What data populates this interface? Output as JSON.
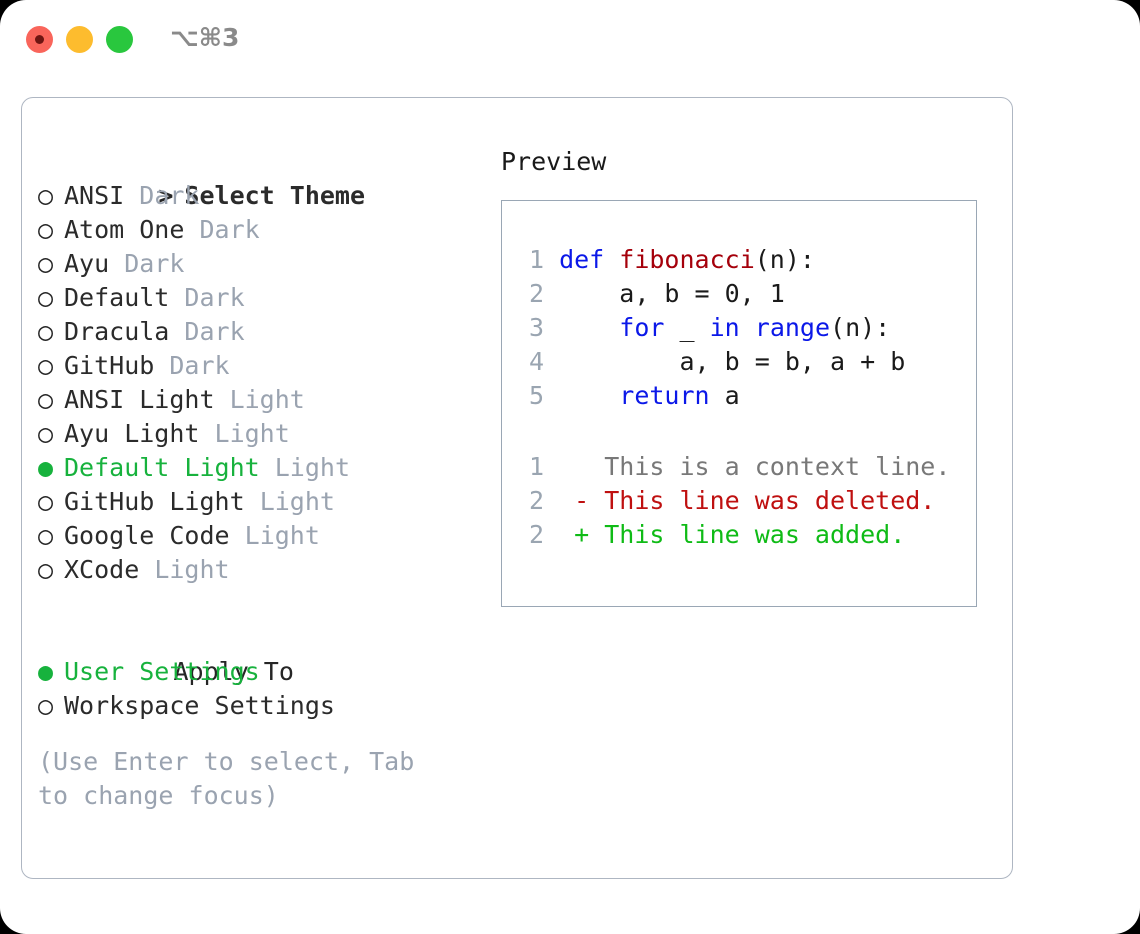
{
  "window": {
    "title": "⌥⌘3",
    "traffic_lights": [
      "close",
      "minimize",
      "maximize"
    ],
    "colors": {
      "close": "#F9655B",
      "minimize": "#FDBC2E",
      "maximize": "#29C73E",
      "accent_green": "#17B23D",
      "muted": "#9AA3B0",
      "border": "#AEB6C2"
    }
  },
  "theme_list": {
    "heading_marker": ">",
    "heading": "Select Theme",
    "marker_selected": "●",
    "marker_unselected": "○",
    "items": [
      {
        "marker": "○",
        "label": "ANSI",
        "variant": "Dark",
        "selected": false
      },
      {
        "marker": "○",
        "label": "Atom One",
        "variant": "Dark",
        "selected": false
      },
      {
        "marker": "○",
        "label": "Ayu",
        "variant": "Dark",
        "selected": false
      },
      {
        "marker": "○",
        "label": "Default",
        "variant": "Dark",
        "selected": false
      },
      {
        "marker": "○",
        "label": "Dracula",
        "variant": "Dark",
        "selected": false
      },
      {
        "marker": "○",
        "label": "GitHub",
        "variant": "Dark",
        "selected": false
      },
      {
        "marker": "○",
        "label": "ANSI Light",
        "variant": "Light",
        "selected": false
      },
      {
        "marker": "○",
        "label": "Ayu Light",
        "variant": "Light",
        "selected": false
      },
      {
        "marker": "●",
        "label": "Default Light",
        "variant": "Light",
        "selected": true
      },
      {
        "marker": "○",
        "label": "GitHub Light",
        "variant": "Light",
        "selected": false
      },
      {
        "marker": "○",
        "label": "Google Code",
        "variant": "Light",
        "selected": false
      },
      {
        "marker": "○",
        "label": "XCode",
        "variant": "Light",
        "selected": false
      }
    ]
  },
  "apply_to": {
    "title": "Apply To",
    "items": [
      {
        "marker": "●",
        "label": "User Settings",
        "selected": true
      },
      {
        "marker": "○",
        "label": "Workspace Settings",
        "selected": false
      }
    ]
  },
  "hint": "(Use Enter to select, Tab to change focus)",
  "preview": {
    "heading": "Preview",
    "code_lines": [
      {
        "num": "1",
        "tokens": [
          {
            "t": "def ",
            "c": "kw"
          },
          {
            "t": "fibonacci",
            "c": "fn"
          },
          {
            "t": "(n):",
            "c": "plain"
          }
        ]
      },
      {
        "num": "2",
        "tokens": [
          {
            "t": "    a, b = 0, 1",
            "c": "plain"
          }
        ]
      },
      {
        "num": "3",
        "tokens": [
          {
            "t": "    ",
            "c": "plain"
          },
          {
            "t": "for",
            "c": "kw"
          },
          {
            "t": " _ ",
            "c": "plain"
          },
          {
            "t": "in",
            "c": "kw"
          },
          {
            "t": " ",
            "c": "plain"
          },
          {
            "t": "range",
            "c": "kw"
          },
          {
            "t": "(n):",
            "c": "plain"
          }
        ]
      },
      {
        "num": "4",
        "tokens": [
          {
            "t": "        a, b = b, a + b",
            "c": "plain"
          }
        ]
      },
      {
        "num": "5",
        "tokens": [
          {
            "t": "    ",
            "c": "plain"
          },
          {
            "t": "return",
            "c": "kw"
          },
          {
            "t": " a",
            "c": "plain"
          }
        ]
      }
    ],
    "diff_lines": [
      {
        "num": "1",
        "sign": " ",
        "text": "This is a context line.",
        "kind": "d-ctx"
      },
      {
        "num": "2",
        "sign": "-",
        "text": "This line was deleted.",
        "kind": "d-del"
      },
      {
        "num": "2",
        "sign": "+",
        "text": "This line was added.",
        "kind": "d-add"
      }
    ]
  }
}
